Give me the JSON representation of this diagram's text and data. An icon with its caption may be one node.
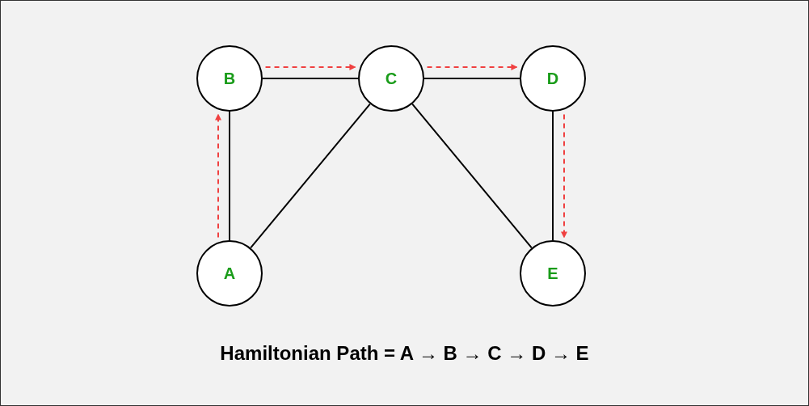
{
  "diagram": {
    "caption": "Hamiltonian Path = A → B → C → D → E",
    "nodes": [
      {
        "text": [
          "A"
        ]
      },
      {
        "text": [
          "B"
        ]
      },
      {
        "text": [
          "C"
        ]
      },
      {
        "text": [
          "D"
        ]
      },
      {
        "text": [
          "E"
        ]
      }
    ],
    "edges": [
      {
        "from": 0,
        "to": 1,
        "arrow": "none"
      },
      {
        "from": 0,
        "to": 2,
        "arrow": "none"
      },
      {
        "from": 1,
        "to": 2,
        "arrow": "none"
      },
      {
        "from": 2,
        "to": 3,
        "arrow": "none"
      },
      {
        "from": 2,
        "to": 4,
        "arrow": "none"
      },
      {
        "from": 3,
        "to": 4,
        "arrow": "none"
      },
      {
        "from": 0,
        "to": 1,
        "arrow": "to",
        "style": "dashed",
        "color": "#f04040"
      },
      {
        "from": 1,
        "to": 2,
        "arrow": "to",
        "style": "dashed",
        "color": "#f04040"
      },
      {
        "from": 2,
        "to": 3,
        "arrow": "to",
        "style": "dashed",
        "color": "#f04040"
      },
      {
        "from": 3,
        "to": 4,
        "arrow": "to",
        "style": "dashed",
        "color": "#f04040"
      }
    ]
  }
}
